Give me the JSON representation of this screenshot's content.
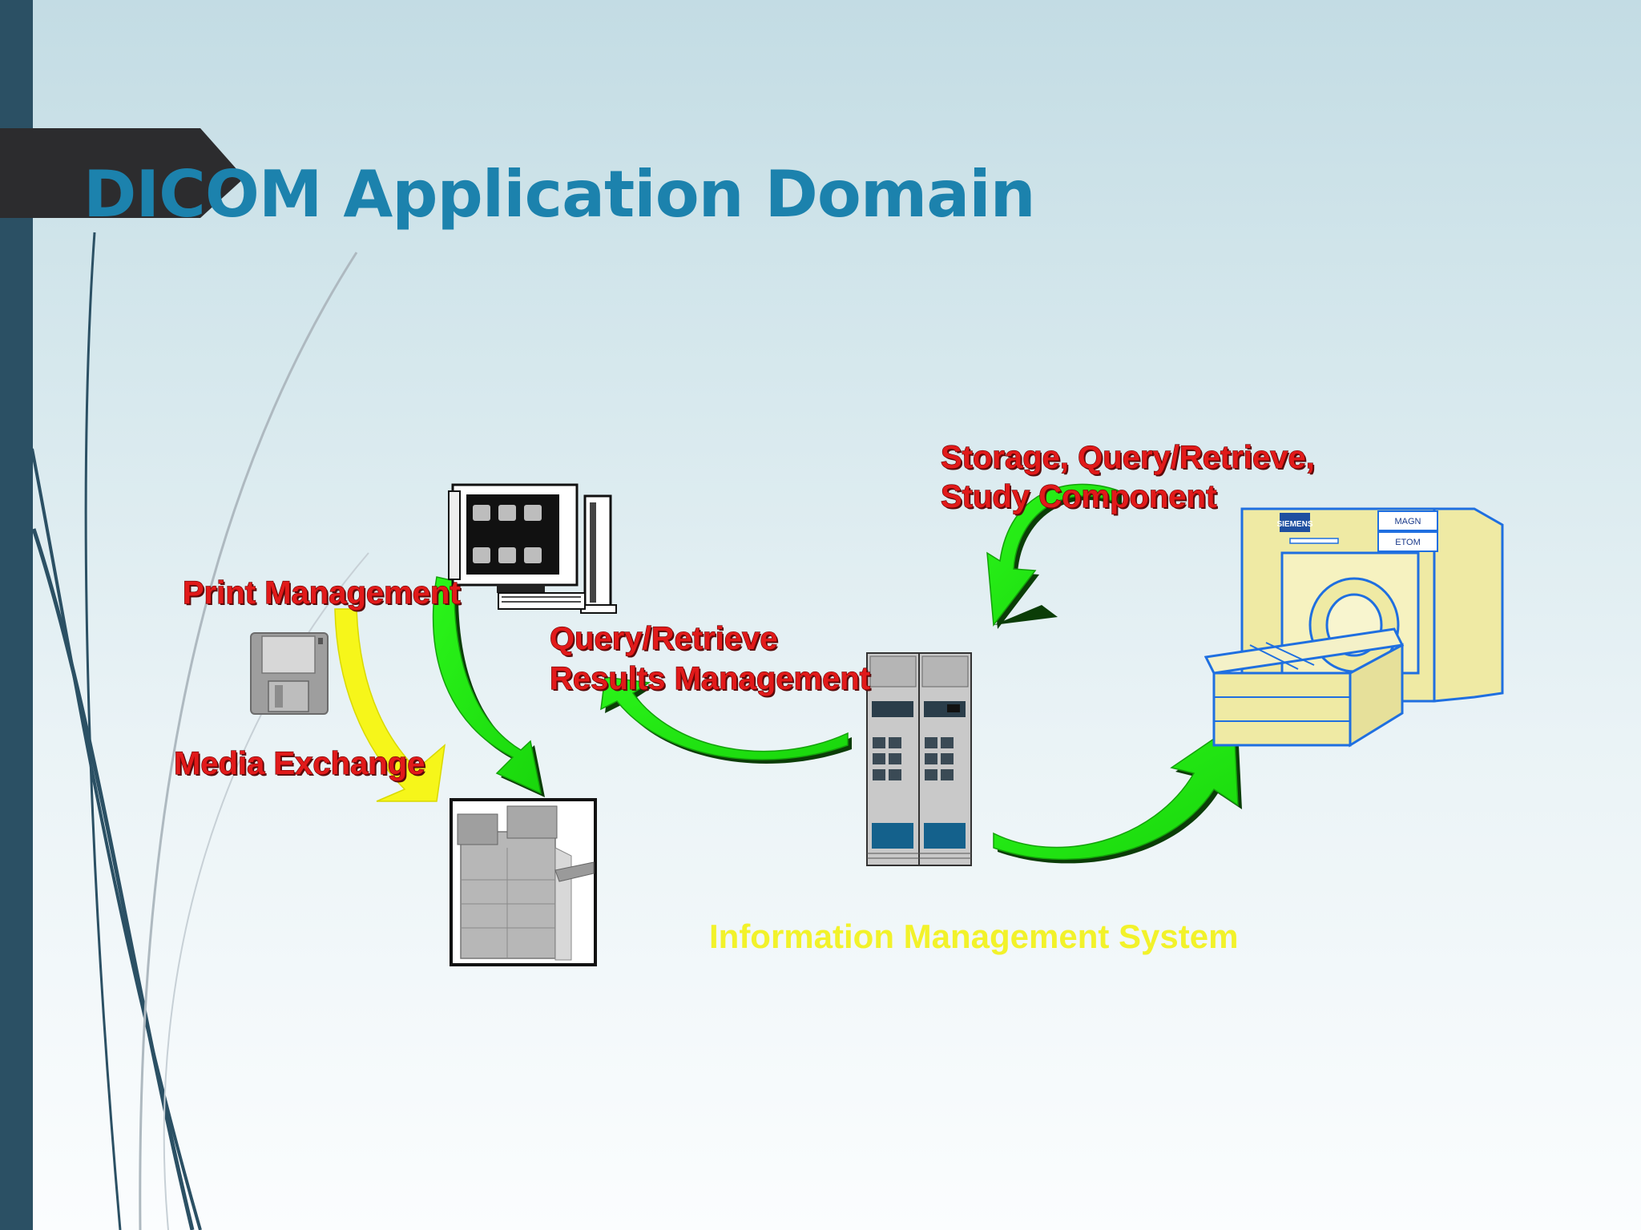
{
  "slide": {
    "title": "DICOM Application Domain"
  },
  "labels": {
    "print_management": "Print Management",
    "media_exchange": "Media Exchange",
    "qr_line1": "Query/Retrieve",
    "qr_line2": "Results Management",
    "storage_line1": "Storage, Query/Retrieve,",
    "storage_line2": "Study Component",
    "ims": "Information Management System"
  },
  "scanner": {
    "brand": "SIEMENS",
    "panel_line1": "MAGN",
    "panel_line2": "ETOM"
  },
  "colors": {
    "title": "#1c82ad",
    "label_red": "#e11a1a",
    "arrow_green": "#22ee11",
    "arrow_yellow": "#f6f61a",
    "ims_yellow": "#f2f22a",
    "sidebar": "#2b5064"
  },
  "icons": [
    "floppy-disk-icon",
    "workstation-icon",
    "printer-icon",
    "server-rack-icon",
    "mri-scanner-icon"
  ]
}
